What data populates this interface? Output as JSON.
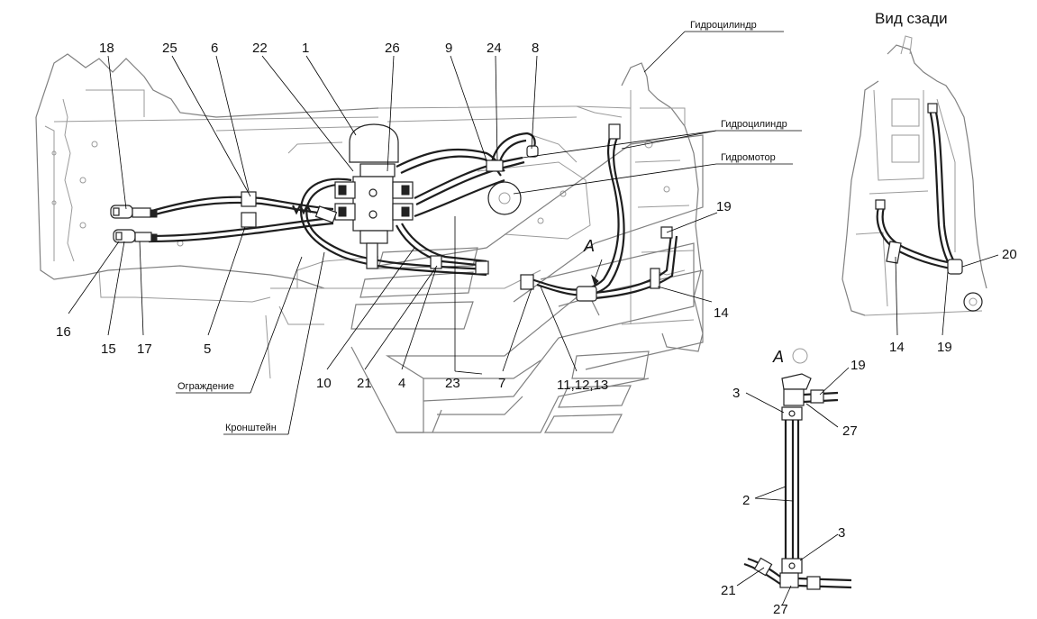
{
  "view_rear_title": "Вид сзади",
  "view_a_letter": "A",
  "callout_a_letter": "A",
  "captions": {
    "cylinder_top": "Гидроцилиндр",
    "cylinder_right": "Гидроцилиндр",
    "motor": "Гидромотор",
    "guard": "Ограждение",
    "bracket": "Кронштейн"
  },
  "main_top_numbers": [
    "18",
    "25",
    "6",
    "22",
    "1",
    "26",
    "9",
    "24",
    "8"
  ],
  "main_bottom_numbers": [
    "16",
    "15",
    "17",
    "5",
    "10",
    "21",
    "4",
    "23",
    "7",
    "11,12,13"
  ],
  "main_right_numbers": [
    "19",
    "14"
  ],
  "rear_numbers": [
    "20",
    "14",
    "19"
  ],
  "view_a_numbers": [
    "19",
    "3",
    "27",
    "2",
    "3",
    "21",
    "27"
  ]
}
